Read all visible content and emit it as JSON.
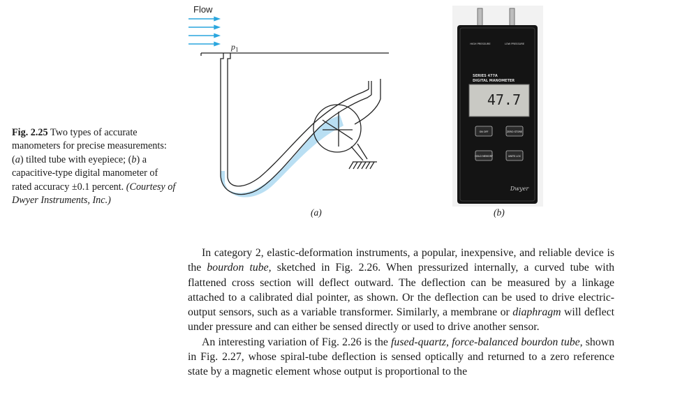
{
  "caption": {
    "label": "Fig. 2.25",
    "t1": " Two types of accurate manometers for precise measurements: (",
    "a": "a",
    "t2": ") tilted tube with eyepiece; (",
    "b": "b",
    "t3": ") a capacitive-type digital manometer of rated accuracy ±0.1 percent. ",
    "courtesy": "(Courtesy of Dwyer Instruments, Inc.)"
  },
  "figure_a": {
    "flow_label": "Flow",
    "p1_label": "p",
    "p1_sub": "1",
    "sublabel": "(a)"
  },
  "figure_b": {
    "port_high": "HIGH PRESSURE",
    "port_low": "LOW PRESSURE",
    "model_line1": "SERIES 477A",
    "model_line2": "DIGITAL MANOMETER",
    "display_value": "47.7",
    "btn_on_off": "ON OFF",
    "btn_zero_store": "ZERO STORE",
    "btn_hold_memory": "HOLD MEMORY",
    "btn_units_loc": "UNITS LOC",
    "brand": "Dwyer",
    "sublabel": "(b)"
  },
  "body": {
    "p1_a": "In category 2, elastic-deformation instruments, a popular, inexpensive, and reliable device is the ",
    "p1_term1": "bourdon tube,",
    "p1_b": " sketched in Fig. 2.26. When pressurized internally, a curved tube with flattened cross section will deflect outward. The deflection can be measured by a linkage attached to a calibrated dial pointer, as shown. Or the deflection can be used to drive electric-output sensors, such as a variable transformer. Similarly, a membrane or ",
    "p1_term2": "diaphragm",
    "p1_c": " will deflect under pressure and can either be sensed directly or used to drive another sensor.",
    "p2_a": "An interesting variation of Fig. 2.26 is the ",
    "p2_term1": "fused-quartz, force-balanced bourdon tube,",
    "p2_b": " shown in Fig. 2.27, whose spiral-tube deflection is sensed optically and returned to a zero reference state by a magnetic element whose output is proportional to the"
  }
}
